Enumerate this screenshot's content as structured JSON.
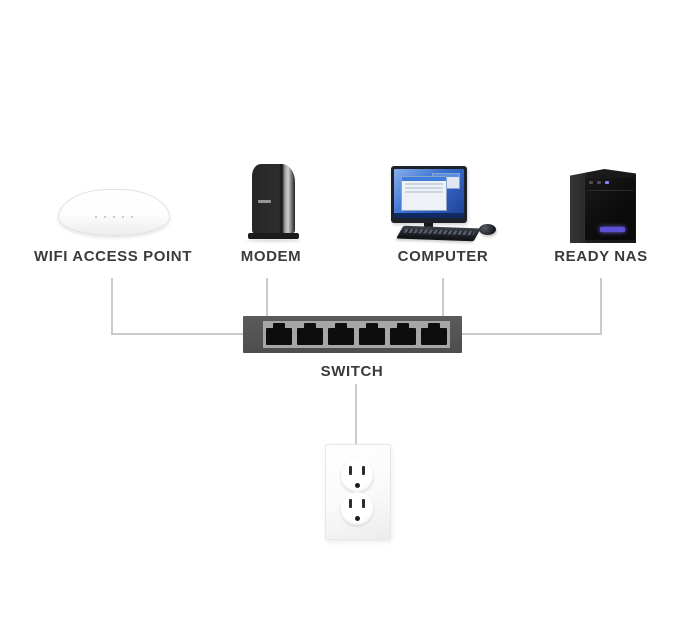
{
  "diagram": {
    "background_color": "#ffffff",
    "connector_color": "#cbcbcb",
    "label_color": "#3b3b3b",
    "devices": {
      "wifi": {
        "label": "WIFI ACCESS POINT",
        "led_count": 5
      },
      "modem": {
        "label": "MODEM"
      },
      "computer": {
        "label": "COMPUTER"
      },
      "nas": {
        "label": "READY NAS",
        "led_color": "#5b50d6"
      },
      "switch": {
        "label": "SWITCH",
        "port_count": 6,
        "frame_color": "#4d4d4d",
        "panel_color": "#a6a6a6",
        "port_color": "#0d0d0d"
      },
      "outlet": {
        "socket_count": 2
      }
    },
    "connections": [
      {
        "from": "wifi-access-point",
        "to": "switch"
      },
      {
        "from": "modem",
        "to": "switch"
      },
      {
        "from": "computer",
        "to": "switch"
      },
      {
        "from": "ready-nas",
        "to": "switch"
      },
      {
        "from": "switch",
        "to": "power-outlet"
      }
    ]
  }
}
